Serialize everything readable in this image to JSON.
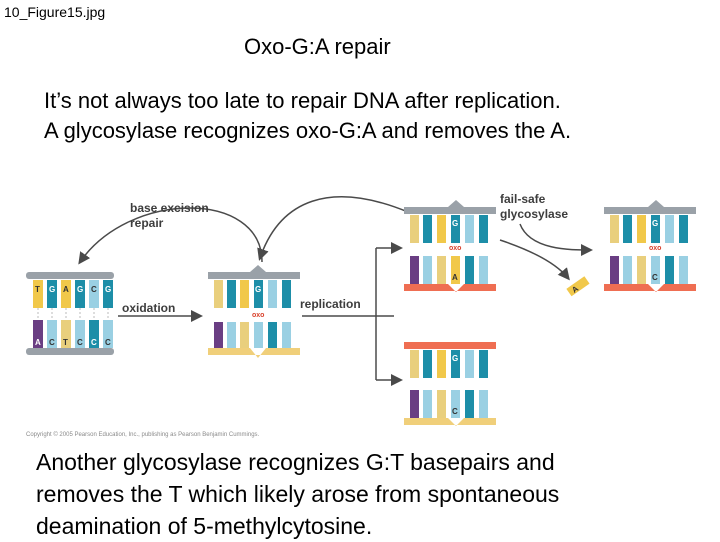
{
  "header": {
    "filename": "10_Figure15.jpg",
    "title": "Oxo-G:A repair"
  },
  "intro": {
    "line1": "It’s not always too late to repair DNA after replication.",
    "line2": "A glycosylase recognizes oxo-G:A and removes the A."
  },
  "diagram": {
    "labels": {
      "ber_line1": "base excision",
      "ber_line2": "repair",
      "oxidation": "oxidation",
      "replication": "replication",
      "failsafe_line1": "fail-safe",
      "failsafe_line2": "glycosylase",
      "oxo": "oxo"
    },
    "strand1_top": [
      "T",
      "G",
      "A",
      "G",
      "C",
      "G"
    ],
    "strand1_bottom": [
      "A",
      "C",
      "T",
      "C",
      "C",
      "C"
    ],
    "bases": {
      "g": "G",
      "a": "A",
      "c": "C"
    },
    "copyright": "Copyright © 2005 Pearson Education, Inc., publishing as Pearson Benjamin Cummings."
  },
  "outro": {
    "line1": "Another glycosylase recognizes G:T basepairs and",
    "line2": "removes the T which likely arose from spontaneous",
    "line3": "deamination of 5-methylcytosine."
  }
}
